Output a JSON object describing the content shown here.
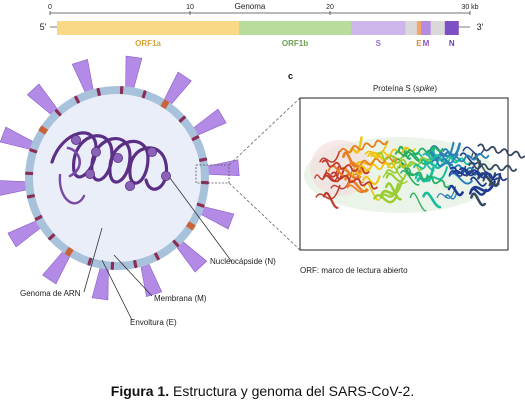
{
  "genome": {
    "title": "Genoma",
    "five_prime": "5'",
    "three_prime": "3'",
    "unit": "30 kb",
    "scale_kb": [
      0,
      10,
      20,
      30
    ],
    "scale_labels": [
      "0",
      "10",
      "20",
      "30 kb"
    ],
    "segments": [
      {
        "label": "ORF1a",
        "start_kb": 0.5,
        "end_kb": 13.5,
        "color": "#f9d986",
        "text_color": "#d8a43a"
      },
      {
        "label": "ORF1b",
        "start_kb": 13.5,
        "end_kb": 21.5,
        "color": "#b8dc9c",
        "text_color": "#6f9d56"
      },
      {
        "label": "S",
        "start_kb": 21.5,
        "end_kb": 25.4,
        "color": "#cdb6ea",
        "text_color": "#9a6fd0"
      },
      {
        "label": "",
        "start_kb": 25.4,
        "end_kb": 26.2,
        "color": "#d9d9d9",
        "text_color": "#999999"
      },
      {
        "label": "E",
        "start_kb": 26.2,
        "end_kb": 26.5,
        "color": "#f0a86a",
        "text_color": "#e08a3c"
      },
      {
        "label": "M",
        "start_kb": 26.5,
        "end_kb": 27.2,
        "color": "#b48be0",
        "text_color": "#8a58c8"
      },
      {
        "label": "",
        "start_kb": 27.2,
        "end_kb": 28.2,
        "color": "#d9d9d9",
        "text_color": "#999999"
      },
      {
        "label": "N",
        "start_kb": 28.2,
        "end_kb": 29.2,
        "color": "#7e4fc4",
        "text_color": "#6a3fb0"
      }
    ]
  },
  "virion": {
    "labels": {
      "nucleocapsid": "Nucleocápside (N)",
      "rna_genome": "Genoma de ARN",
      "membrane": "Membrana (M)",
      "envelope": "Envoltura (E)"
    },
    "colors": {
      "membrane": "#a8c2dc",
      "interior": "#e9eef8",
      "spike": "#b38ae6",
      "spike_stroke": "#8a5cc8",
      "rna": "#5b2f86",
      "m_protein": "#8b2d55",
      "e_protein": "#c9643a"
    }
  },
  "panel_c": {
    "letter": "c",
    "title_prefix": "Proteína S (",
    "title_italic": "spike",
    "title_suffix": ")"
  },
  "note": "ORF: marco de lectura abierto",
  "caption": {
    "bold": "Figura 1.",
    "text": " Estructura y genoma del SARS-CoV-2."
  }
}
